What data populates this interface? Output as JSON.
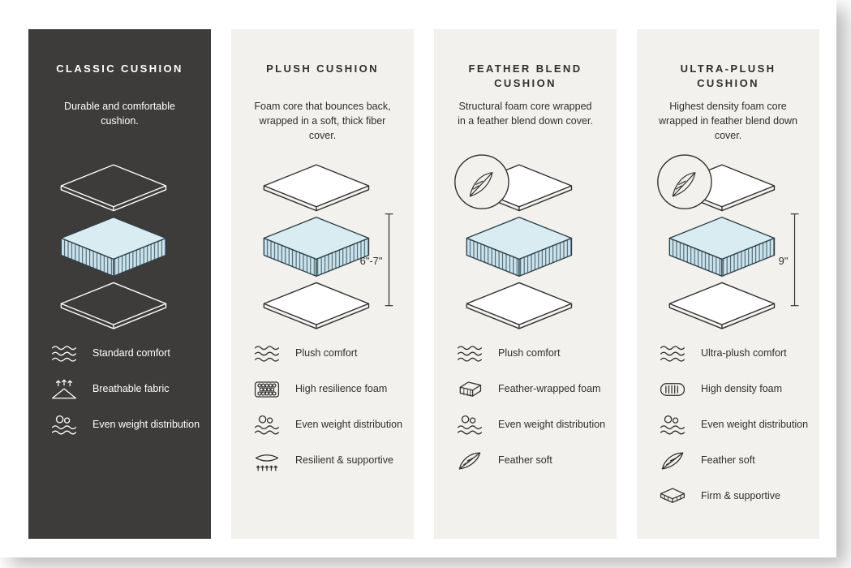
{
  "colors": {
    "dark_panel_bg": "#3d3c3b",
    "light_panel_bg": "#f2f1ee",
    "foam_fill": "#cfe7ee",
    "line_dark": "#2f2f2f",
    "line_light": "#ffffff"
  },
  "panels": [
    {
      "title": "CLASSIC CUSHION",
      "description": "Durable and comfortable cushion.",
      "features": [
        {
          "icon": "waves-icon",
          "label": "Standard comfort"
        },
        {
          "icon": "breathable-icon",
          "label": "Breathable fabric"
        },
        {
          "icon": "even-weight-icon",
          "label": "Even weight distribution"
        }
      ]
    },
    {
      "title": "PLUSH CUSHION",
      "description": "Foam core that bounces back, wrapped in a soft, thick fiber cover.",
      "height_label": "6\"-7\"",
      "features": [
        {
          "icon": "waves-icon",
          "label": "Plush comfort"
        },
        {
          "icon": "resilience-foam-icon",
          "label": "High resilience foam"
        },
        {
          "icon": "even-weight-icon",
          "label": "Even weight distribution"
        },
        {
          "icon": "resilient-supportive-icon",
          "label": "Resilient & supportive"
        }
      ]
    },
    {
      "title": "FEATHER BLEND CUSHION",
      "description": "Structural foam core wrapped in a feather blend down cover.",
      "features": [
        {
          "icon": "waves-icon",
          "label": "Plush comfort"
        },
        {
          "icon": "feather-foam-icon",
          "label": "Feather-wrapped foam"
        },
        {
          "icon": "even-weight-icon",
          "label": "Even weight distribution"
        },
        {
          "icon": "feather-icon",
          "label": "Feather soft"
        }
      ]
    },
    {
      "title": "ULTRA-PLUSH CUSHION",
      "description": "Highest density foam core wrapped in feather blend down cover.",
      "height_label": "9\"",
      "features": [
        {
          "icon": "waves-icon",
          "label": "Ultra-plush comfort"
        },
        {
          "icon": "density-foam-icon",
          "label": "High density foam"
        },
        {
          "icon": "even-weight-icon",
          "label": "Even weight distribution"
        },
        {
          "icon": "feather-icon",
          "label": "Feather soft"
        },
        {
          "icon": "firm-supportive-icon",
          "label": "Firm & supportive"
        }
      ]
    }
  ]
}
